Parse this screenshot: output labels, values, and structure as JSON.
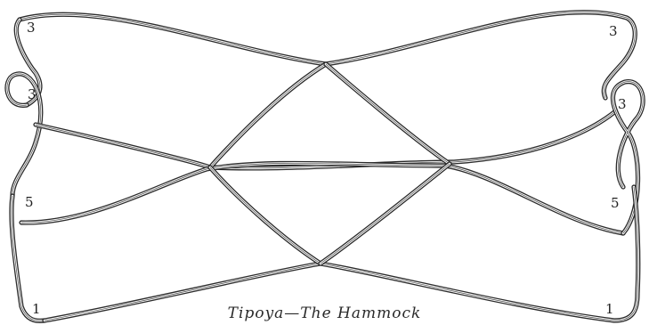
{
  "figure": {
    "caption": "Tipoya—The Hammock",
    "labels": {
      "left_top": "3",
      "left_mid": "3",
      "left_lower": "5",
      "left_bottom": "1",
      "right_top": "3",
      "right_mid": "3",
      "right_lower": "5",
      "right_bottom": "1"
    },
    "colors": {
      "string": "#2a2a2a",
      "background": "#ffffff"
    }
  }
}
